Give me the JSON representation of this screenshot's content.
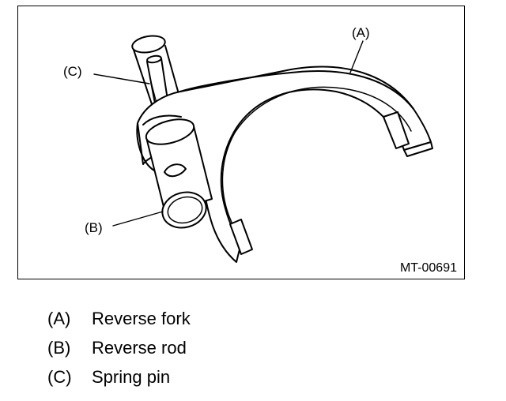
{
  "figure": {
    "code": "MT-00691",
    "callouts": {
      "A": "(A)",
      "B": "(B)",
      "C": "(C)"
    }
  },
  "legend": [
    {
      "key": "(A)",
      "text": "Reverse fork"
    },
    {
      "key": "(B)",
      "text": "Reverse rod"
    },
    {
      "key": "(C)",
      "text": "Spring pin"
    }
  ]
}
